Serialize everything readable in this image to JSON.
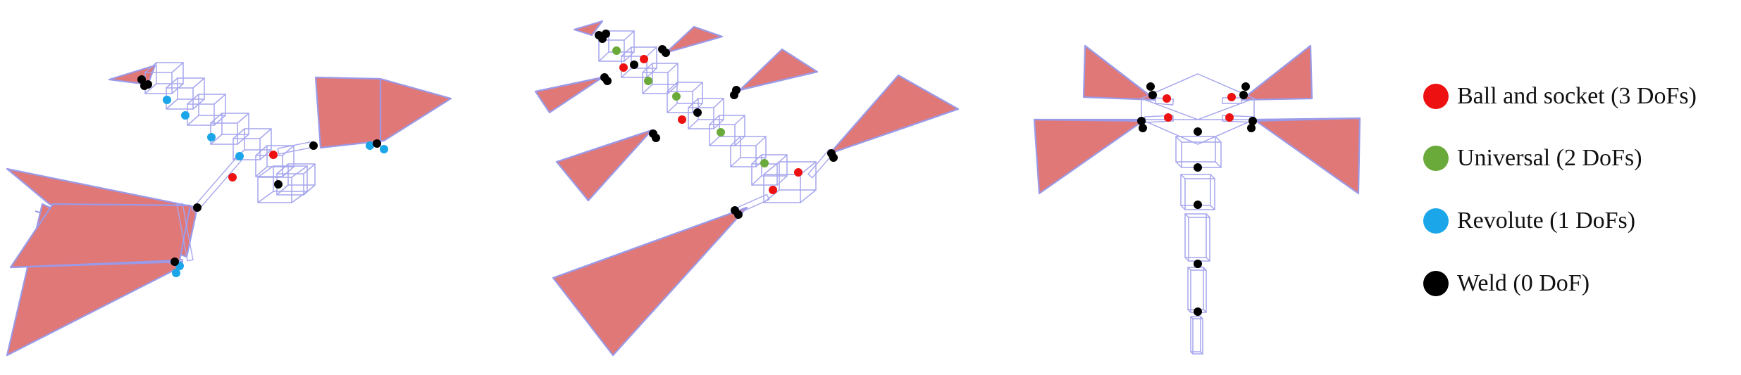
{
  "colors": {
    "wing_fill": "#e07878",
    "wing_edge": "#9a9ae8",
    "frame": "#a6a6ee",
    "ball_socket": "#ee1111",
    "universal": "#6aaa3a",
    "revolute": "#1aa6e8",
    "weld": "#000000"
  },
  "legend": [
    {
      "id": "ball_socket",
      "label": "Ball and socket (3 DoFs)",
      "color": "#ee1111"
    },
    {
      "id": "universal",
      "label": "Universal (2 DoFs)",
      "color": "#6aaa3a"
    },
    {
      "id": "revolute",
      "label": "Revolute (1 DoFs)",
      "color": "#1aa6e8"
    },
    {
      "id": "weld",
      "label": "Weld (0 DoF)",
      "color": "#000000"
    }
  ],
  "models": [
    {
      "id": "model-revolute",
      "joint_types": [
        "revolute",
        "ball_socket",
        "weld"
      ]
    },
    {
      "id": "model-universal",
      "joint_types": [
        "universal",
        "ball_socket",
        "weld"
      ]
    },
    {
      "id": "model-top-view",
      "joint_types": [
        "ball_socket",
        "weld"
      ]
    }
  ]
}
